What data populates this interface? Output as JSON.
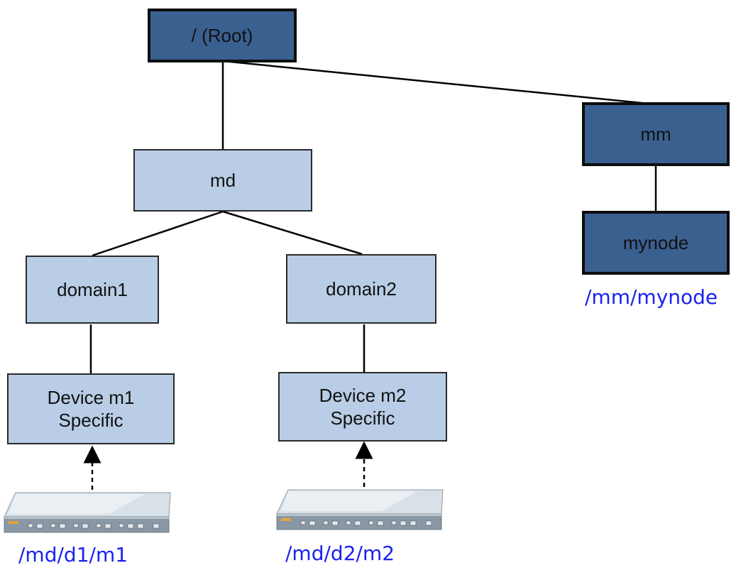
{
  "nodes": {
    "root": "/ (Root)",
    "md": "md",
    "mm": "mm",
    "mynode": "mynode",
    "domain1": "domain1",
    "domain2": "domain2",
    "device_m1": [
      "Device m1",
      "Specific"
    ],
    "device_m2": [
      "Device m2",
      "Specific"
    ]
  },
  "paths": {
    "mynode": "/mm/mynode",
    "m1": "/md/d1/m1",
    "m2": "/md/d2/m2"
  },
  "colors": {
    "dark_node": "#3a6090",
    "light_node": "#b9cde6",
    "path_text": "#1a22ee"
  },
  "icons": {
    "device_m1": "network-appliance-icon",
    "device_m2": "network-appliance-icon"
  }
}
